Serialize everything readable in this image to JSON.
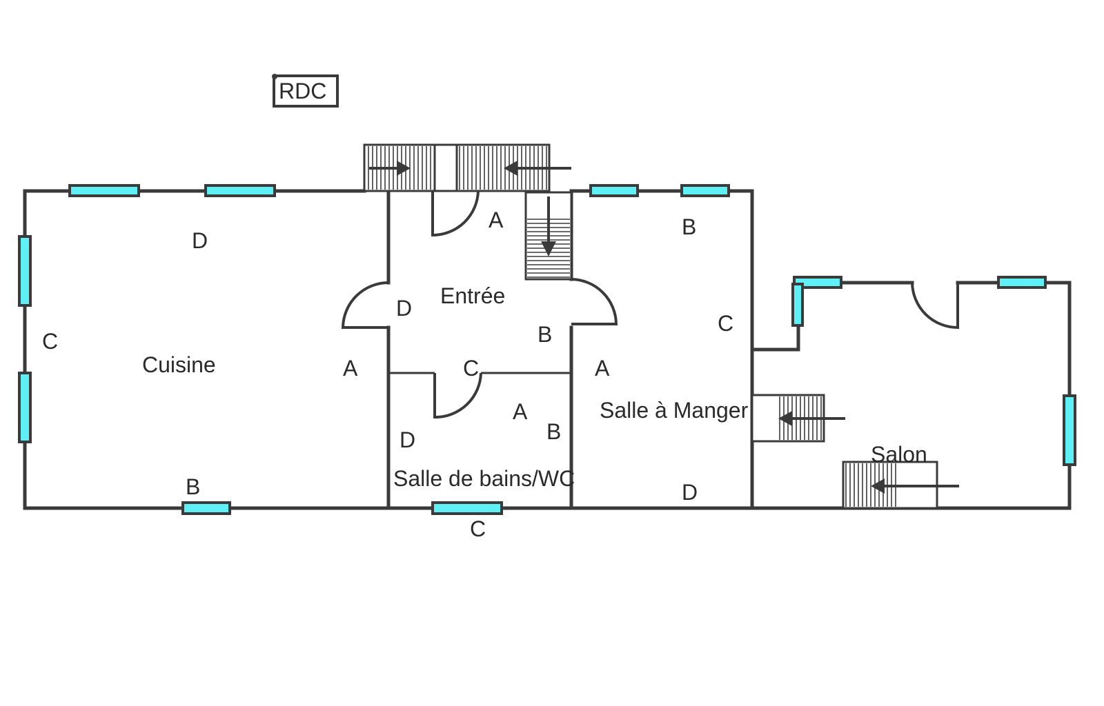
{
  "level_label": "RDC",
  "rooms": {
    "cuisine": "Cuisine",
    "entree": "Entrée",
    "salle_de_bains": "Salle de bains/WC",
    "salle_a_manger": "Salle à Manger",
    "salon": "Salon"
  },
  "wall_labels": {
    "cuisine_d": "D",
    "cuisine_c": "C",
    "cuisine_a": "A",
    "cuisine_b": "B",
    "entree_a": "A",
    "entree_d": "D",
    "entree_b": "B",
    "entree_c": "C",
    "bains_a": "A",
    "bains_b": "B",
    "bains_d": "D",
    "bains_c": "C",
    "manger_b": "B",
    "manger_c": "C",
    "manger_a": "A",
    "manger_d": "D"
  },
  "colors": {
    "wall": "#3a3a3a",
    "window": "#5ef0f5",
    "background": "#ffffff"
  }
}
